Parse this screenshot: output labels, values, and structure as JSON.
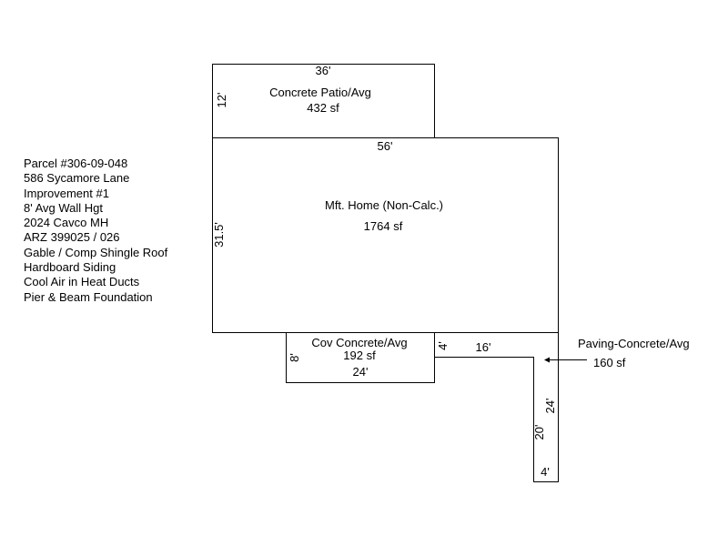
{
  "info": {
    "lines": [
      "Parcel #306-09-048",
      "586 Sycamore Lane",
      "Improvement #1",
      "8' Avg Wall Hgt",
      "2024 Cavco MH",
      "ARZ 399025 / 026",
      "Gable / Comp Shingle Roof",
      "Hardboard Siding",
      "Cool Air in Heat Ducts",
      "Pier & Beam Foundation"
    ]
  },
  "patio": {
    "top_dim": "36'",
    "side_dim": "12'",
    "name": "Concrete Patio/Avg",
    "area": "432 sf"
  },
  "home": {
    "top_dim": "56'",
    "side_dim": "31.5'",
    "name": "Mft. Home (Non-Calc.)",
    "area": "1764 sf"
  },
  "cov": {
    "name": "Cov Concrete/Avg",
    "area": "192 sf",
    "bottom_dim": "24'",
    "side_dim": "8'",
    "right_dim": "4'"
  },
  "paving": {
    "name": "Paving-Concrete/Avg",
    "area": "160 sf",
    "top_dim": "16'",
    "right_dim": "24'",
    "left_dim": "20'",
    "bottom_dim": "4'"
  }
}
